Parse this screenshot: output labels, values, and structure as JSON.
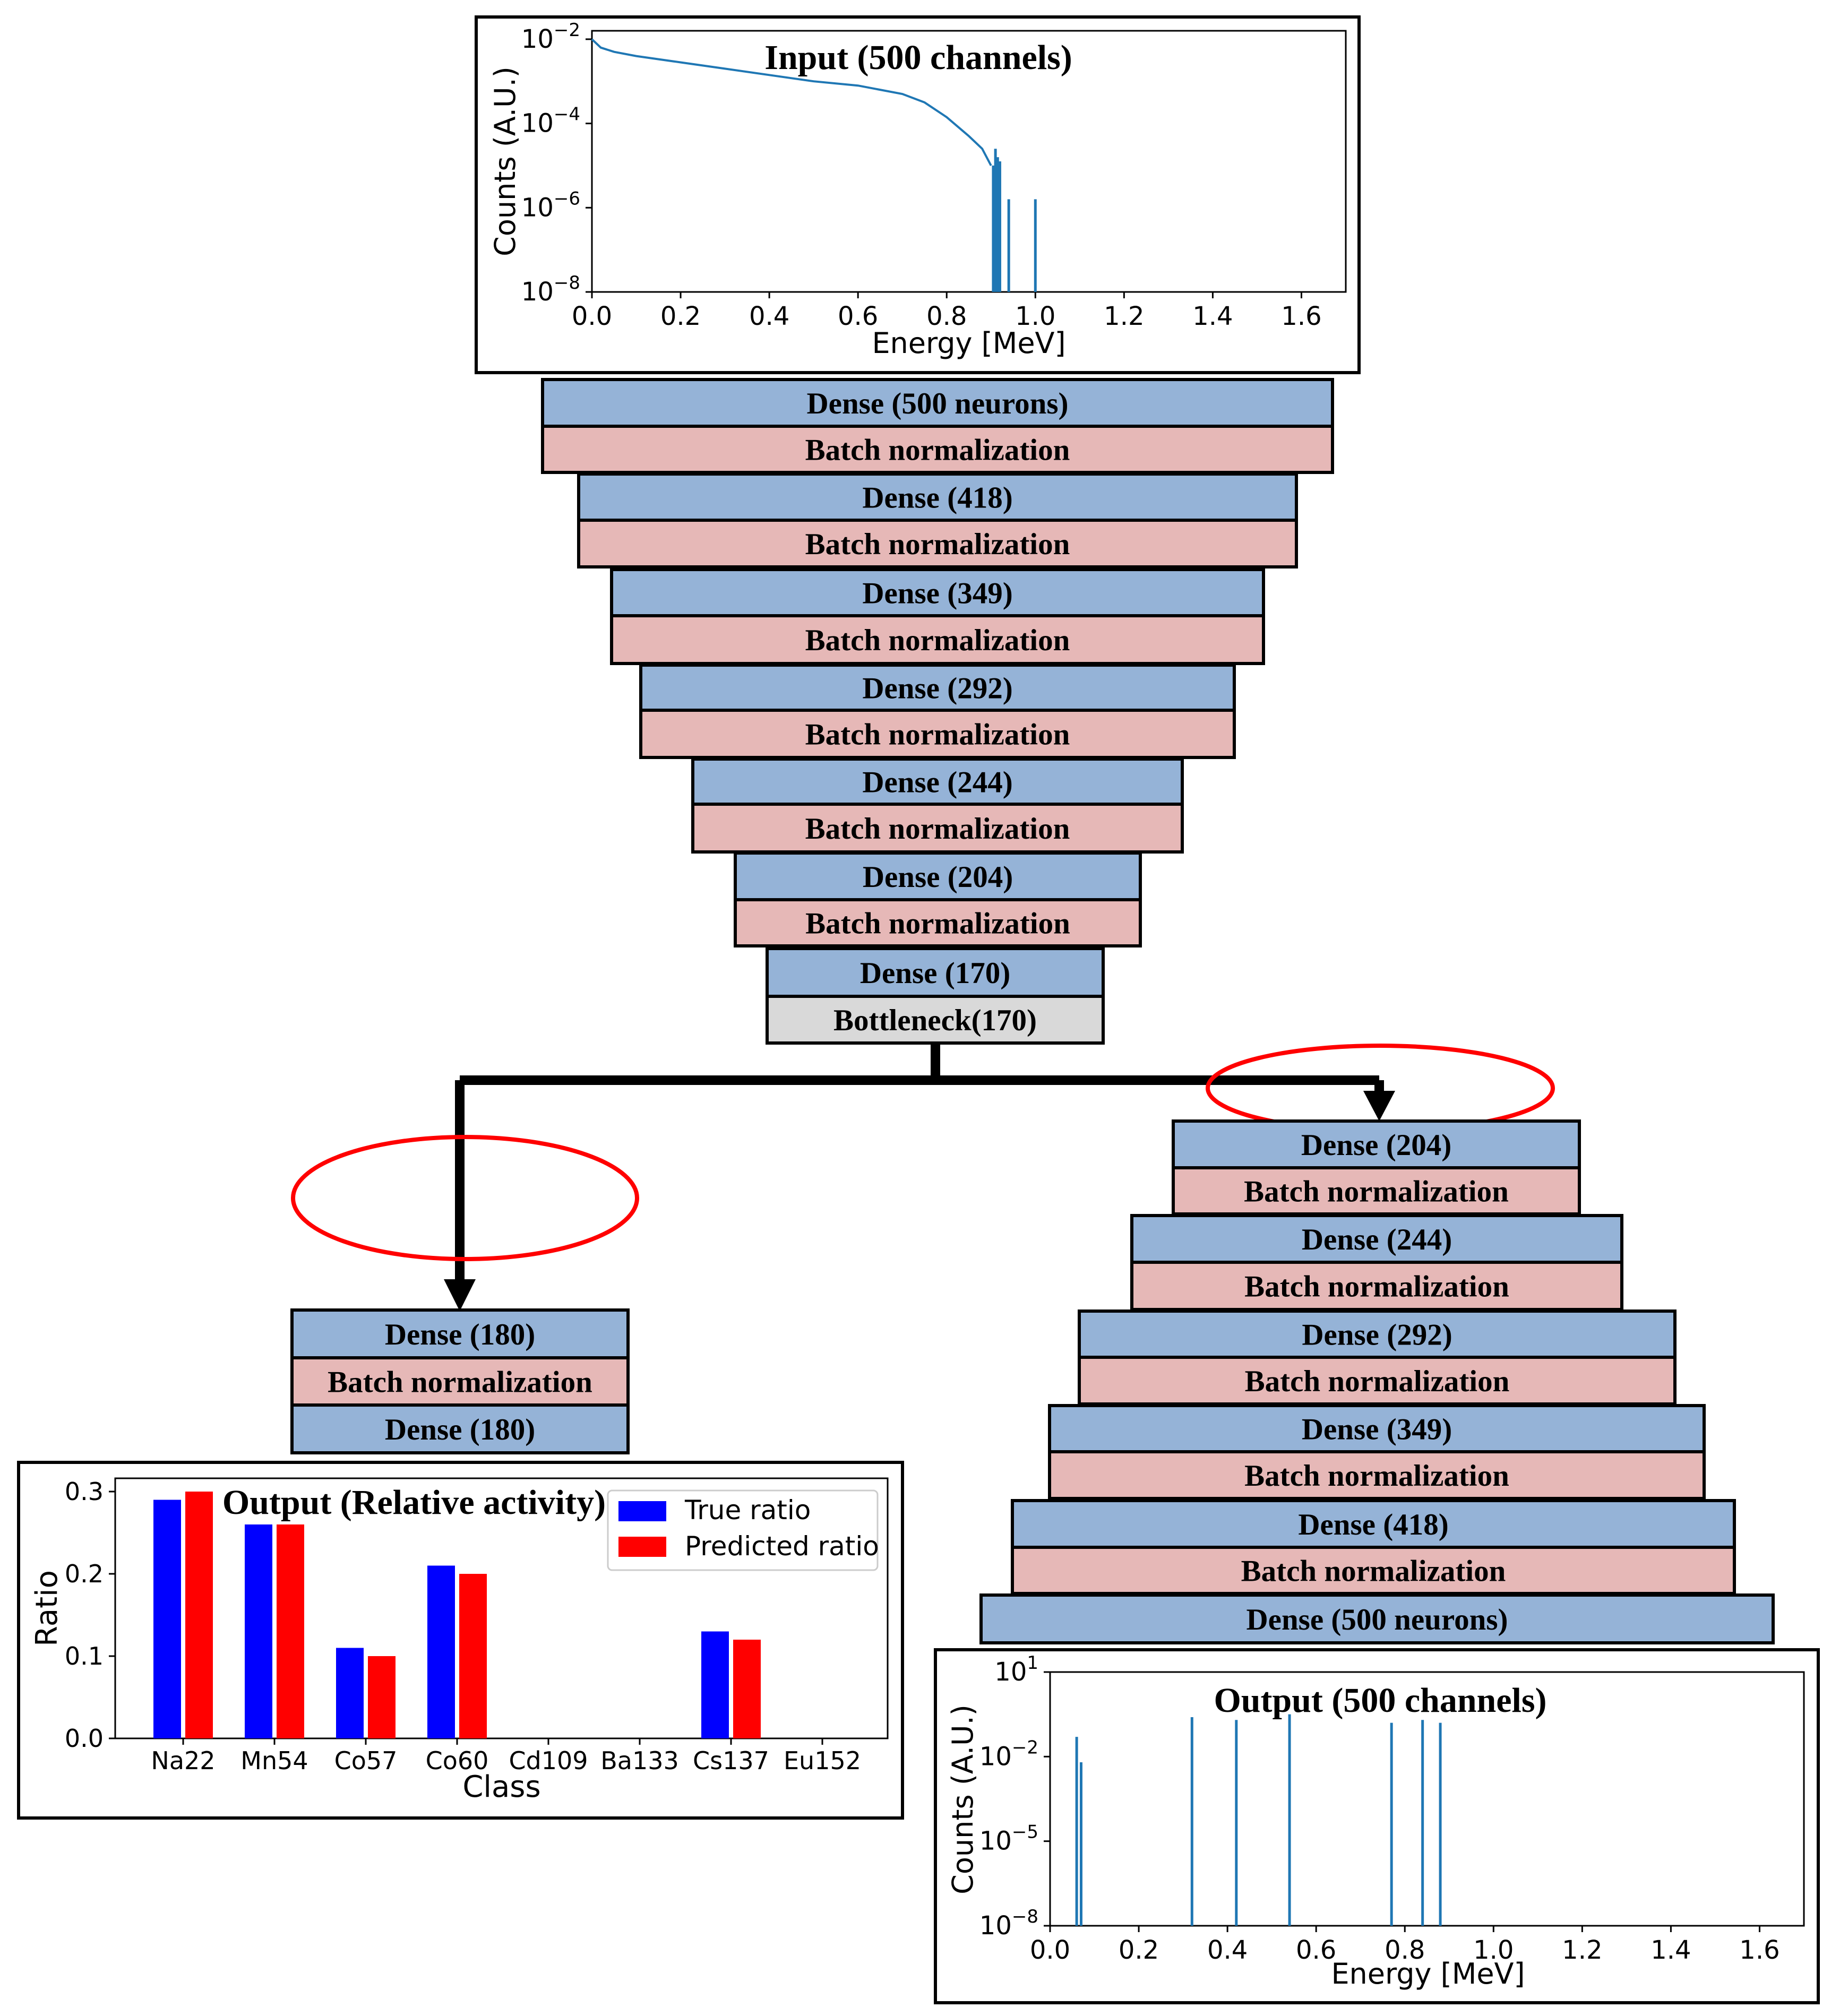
{
  "colors": {
    "dense": "#95b3d7",
    "batch": "#e6b8b7",
    "bottleneck": "#d9d9d9",
    "line_blue": "#1f77b4",
    "true_bar": "#0000ff",
    "pred_bar": "#ff0000",
    "circle": "#ff0000"
  },
  "encoder": {
    "layers": [
      {
        "kind": "dense",
        "label": "Dense (500 neurons)"
      },
      {
        "kind": "batch",
        "label": "Batch normalization"
      },
      {
        "kind": "dense",
        "label": "Dense (418)"
      },
      {
        "kind": "batch",
        "label": "Batch normalization"
      },
      {
        "kind": "dense",
        "label": "Dense (349)"
      },
      {
        "kind": "batch",
        "label": "Batch normalization"
      },
      {
        "kind": "dense",
        "label": "Dense (292)"
      },
      {
        "kind": "batch",
        "label": "Batch normalization"
      },
      {
        "kind": "dense",
        "label": "Dense (244)"
      },
      {
        "kind": "batch",
        "label": "Batch normalization"
      },
      {
        "kind": "dense",
        "label": "Dense (204)"
      },
      {
        "kind": "batch",
        "label": "Batch normalization"
      },
      {
        "kind": "dense",
        "label": "Dense (170)"
      },
      {
        "kind": "bottleneck",
        "label": "Bottleneck(170)"
      }
    ]
  },
  "classifier": {
    "layers": [
      {
        "kind": "dense",
        "label": "Dense (180)"
      },
      {
        "kind": "batch",
        "label": "Batch normalization"
      },
      {
        "kind": "dense",
        "label": "Dense (180)"
      }
    ]
  },
  "decoder": {
    "layers": [
      {
        "kind": "dense",
        "label": "Dense (204)"
      },
      {
        "kind": "batch",
        "label": "Batch normalization"
      },
      {
        "kind": "dense",
        "label": "Dense (244)"
      },
      {
        "kind": "batch",
        "label": "Batch normalization"
      },
      {
        "kind": "dense",
        "label": "Dense (292)"
      },
      {
        "kind": "batch",
        "label": "Batch normalization"
      },
      {
        "kind": "dense",
        "label": "Dense (349)"
      },
      {
        "kind": "batch",
        "label": "Batch normalization"
      },
      {
        "kind": "dense",
        "label": "Dense (418)"
      },
      {
        "kind": "batch",
        "label": "Batch normalization"
      },
      {
        "kind": "dense",
        "label": "Dense (500 neurons)"
      }
    ]
  },
  "chart_data": [
    {
      "type": "line",
      "title": "Input (500 channels)",
      "xlabel": "Energy [MeV]",
      "ylabel": "Counts (A.U.)",
      "xlim": [
        0.0,
        1.7
      ],
      "ylim_log10": [
        -8,
        -1.8
      ],
      "yscale": "log",
      "xticks": [
        "0.0",
        "0.2",
        "0.4",
        "0.6",
        "0.8",
        "1.0",
        "1.2",
        "1.4",
        "1.6"
      ],
      "xtick_values": [
        0.0,
        0.2,
        0.4,
        0.6,
        0.8,
        1.0,
        1.2,
        1.4,
        1.6
      ],
      "yticks": [
        {
          "base": "10",
          "exp": "−2",
          "value": -2
        },
        {
          "base": "10",
          "exp": "−4",
          "value": -4
        },
        {
          "base": "10",
          "exp": "−6",
          "value": -6
        },
        {
          "base": "10",
          "exp": "−8",
          "value": -8
        }
      ],
      "series": [
        {
          "points": [
            [
              0.0,
              -2.0
            ],
            [
              0.02,
              -2.2
            ],
            [
              0.05,
              -2.3
            ],
            [
              0.1,
              -2.4
            ],
            [
              0.2,
              -2.55
            ],
            [
              0.3,
              -2.7
            ],
            [
              0.4,
              -2.85
            ],
            [
              0.5,
              -3.0
            ],
            [
              0.6,
              -3.1
            ],
            [
              0.7,
              -3.3
            ],
            [
              0.75,
              -3.5
            ],
            [
              0.8,
              -3.85
            ],
            [
              0.85,
              -4.3
            ],
            [
              0.88,
              -4.6
            ],
            [
              0.9,
              -5.0
            ]
          ],
          "spikes": [
            [
              0.905,
              -5.0
            ],
            [
              0.91,
              -4.6
            ],
            [
              0.915,
              -4.8
            ],
            [
              0.92,
              -4.9
            ],
            [
              0.94,
              -5.8
            ],
            [
              1.0,
              -5.8
            ]
          ]
        }
      ]
    },
    {
      "type": "bar",
      "title": "Output (Relative activity)",
      "xlabel": "Class",
      "ylabel": "Ratio",
      "categories": [
        "Na22",
        "Mn54",
        "Co57",
        "Co60",
        "Cd109",
        "Ba133",
        "Cs137",
        "Eu152"
      ],
      "ylim": [
        0.0,
        0.3
      ],
      "yticks": [
        "0.0",
        "0.1",
        "0.2",
        "0.3"
      ],
      "ytick_values": [
        0.0,
        0.1,
        0.2,
        0.3
      ],
      "legend": "top-right",
      "series": [
        {
          "name": "True ratio",
          "values": [
            0.29,
            0.26,
            0.11,
            0.21,
            0.0,
            0.0,
            0.13,
            0.0
          ]
        },
        {
          "name": "Predicted ratio",
          "values": [
            0.3,
            0.26,
            0.1,
            0.2,
            0.0,
            0.0,
            0.12,
            0.0
          ]
        }
      ]
    },
    {
      "type": "line",
      "title": "Output (500 channels)",
      "xlabel": "Energy [MeV]",
      "ylabel": "Counts (A.U.)",
      "xlim": [
        0.0,
        1.7
      ],
      "ylim_log10": [
        -8,
        1
      ],
      "yscale": "log",
      "xticks": [
        "0.0",
        "0.2",
        "0.4",
        "0.6",
        "0.8",
        "1.0",
        "1.2",
        "1.4",
        "1.6"
      ],
      "xtick_values": [
        0.0,
        0.2,
        0.4,
        0.6,
        0.8,
        1.0,
        1.2,
        1.4,
        1.6
      ],
      "yticks": [
        {
          "base": "10",
          "exp": "1",
          "value": 1
        },
        {
          "base": "10",
          "exp": "−2",
          "value": -2
        },
        {
          "base": "10",
          "exp": "−5",
          "value": -5
        },
        {
          "base": "10",
          "exp": "−8",
          "value": -8
        }
      ],
      "series": [
        {
          "spikes": [
            [
              0.06,
              -1.3
            ],
            [
              0.07,
              -2.2
            ],
            [
              0.32,
              -0.6
            ],
            [
              0.42,
              -0.7
            ],
            [
              0.54,
              -0.5
            ],
            [
              0.77,
              -0.8
            ],
            [
              0.84,
              -0.7
            ],
            [
              0.88,
              -0.8
            ]
          ]
        }
      ]
    }
  ]
}
